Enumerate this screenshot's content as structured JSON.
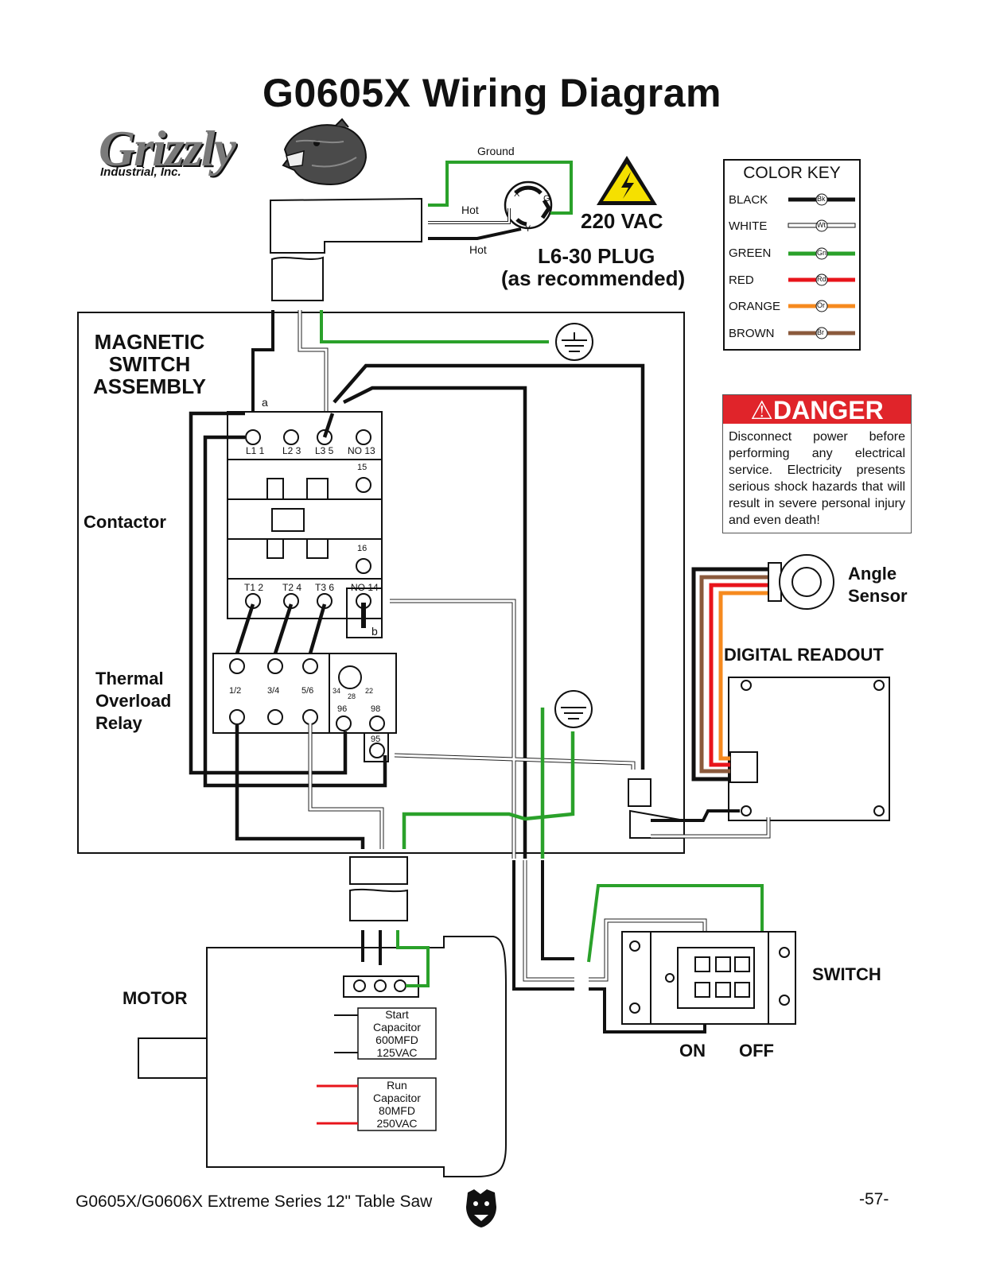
{
  "title": "G0605X Wiring Diagram",
  "logo": {
    "word": "Grizzly",
    "sub": "Industrial, Inc."
  },
  "plug": {
    "ground": "Ground",
    "hot_top": "Hot",
    "hot_bottom": "Hot",
    "voltage": "220 VAC",
    "type": "L6-30 PLUG",
    "note": "(as recommended)",
    "pin_x": "X",
    "pin_y": "Y",
    "pin_g": "G"
  },
  "color_key": {
    "title": "COLOR KEY",
    "rows": [
      {
        "name": "BLACK",
        "code": "Bk",
        "color": "#111111"
      },
      {
        "name": "WHITE",
        "code": "Wt",
        "color": "#ffffff"
      },
      {
        "name": "GREEN",
        "code": "Gn",
        "color": "#2aa12a"
      },
      {
        "name": "RED",
        "code": "Rd",
        "color": "#e8141b"
      },
      {
        "name": "ORANGE",
        "code": "Or",
        "color": "#f68a1e"
      },
      {
        "name": "BROWN",
        "code": "Br",
        "color": "#8b5a3c"
      }
    ]
  },
  "danger": {
    "heading": "DANGER",
    "text": "Disconnect power before performing any electrical service. Electricity presents serious shock hazards that will result in severe personal injury and even death!"
  },
  "labels": {
    "magnetic_switch": "MAGNETIC SWITCH ASSEMBLY",
    "contactor": "Contactor",
    "thermal_overload": "Thermal Overload Relay",
    "angle_sensor": "Angle Sensor",
    "digital_readout": "DIGITAL READOUT",
    "motor": "MOTOR",
    "switch": "SWITCH",
    "on": "ON",
    "off": "OFF"
  },
  "terminals": {
    "l11": "L1 1",
    "l23": "L2 3",
    "l35": "L3 5",
    "no13": "NO 13",
    "t15": "15",
    "t16": "16",
    "t12": "T1 2",
    "t24": "T2 4",
    "t36": "T3 6",
    "no14": "NO 14",
    "a": "a",
    "b": "b",
    "o12": "1/2",
    "o34": "3/4",
    "o56": "5/6",
    "n34": "34",
    "n28": "28",
    "n22": "22",
    "n96": "96",
    "n98": "98",
    "n95": "95"
  },
  "capacitors": {
    "start": [
      "Start",
      "Capacitor",
      "600MFD",
      "125VAC"
    ],
    "run": [
      "Run",
      "Capacitor",
      "80MFD",
      "250VAC"
    ]
  },
  "footer": {
    "left": "G0605X/G0606X Extreme Series 12\" Table Saw",
    "right": "-57-"
  }
}
